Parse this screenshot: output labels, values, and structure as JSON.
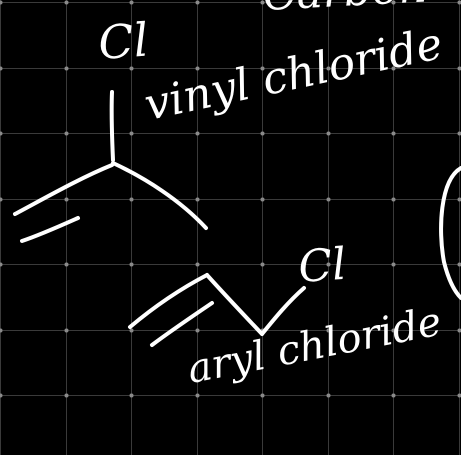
{
  "canvas": {
    "background_color": "#000000",
    "grid_line_color": "#3a3a3a",
    "grid_dot_color": "#8a8a8a",
    "ink_color": "#ffffff"
  },
  "labels": {
    "top_partial_word": "Carbon",
    "vinyl_cl": "Cl",
    "vinyl_name": "vinyl chloride",
    "aryl_cl": "Cl",
    "aryl_name": "aryl chloride"
  },
  "icons": {
    "vinyl_structure": "vinyl-chloride-skeletal-structure-icon",
    "aryl_structure": "allyl-chloride-skeletal-structure-icon",
    "edge_arc": "partial-circle-arc-icon"
  }
}
